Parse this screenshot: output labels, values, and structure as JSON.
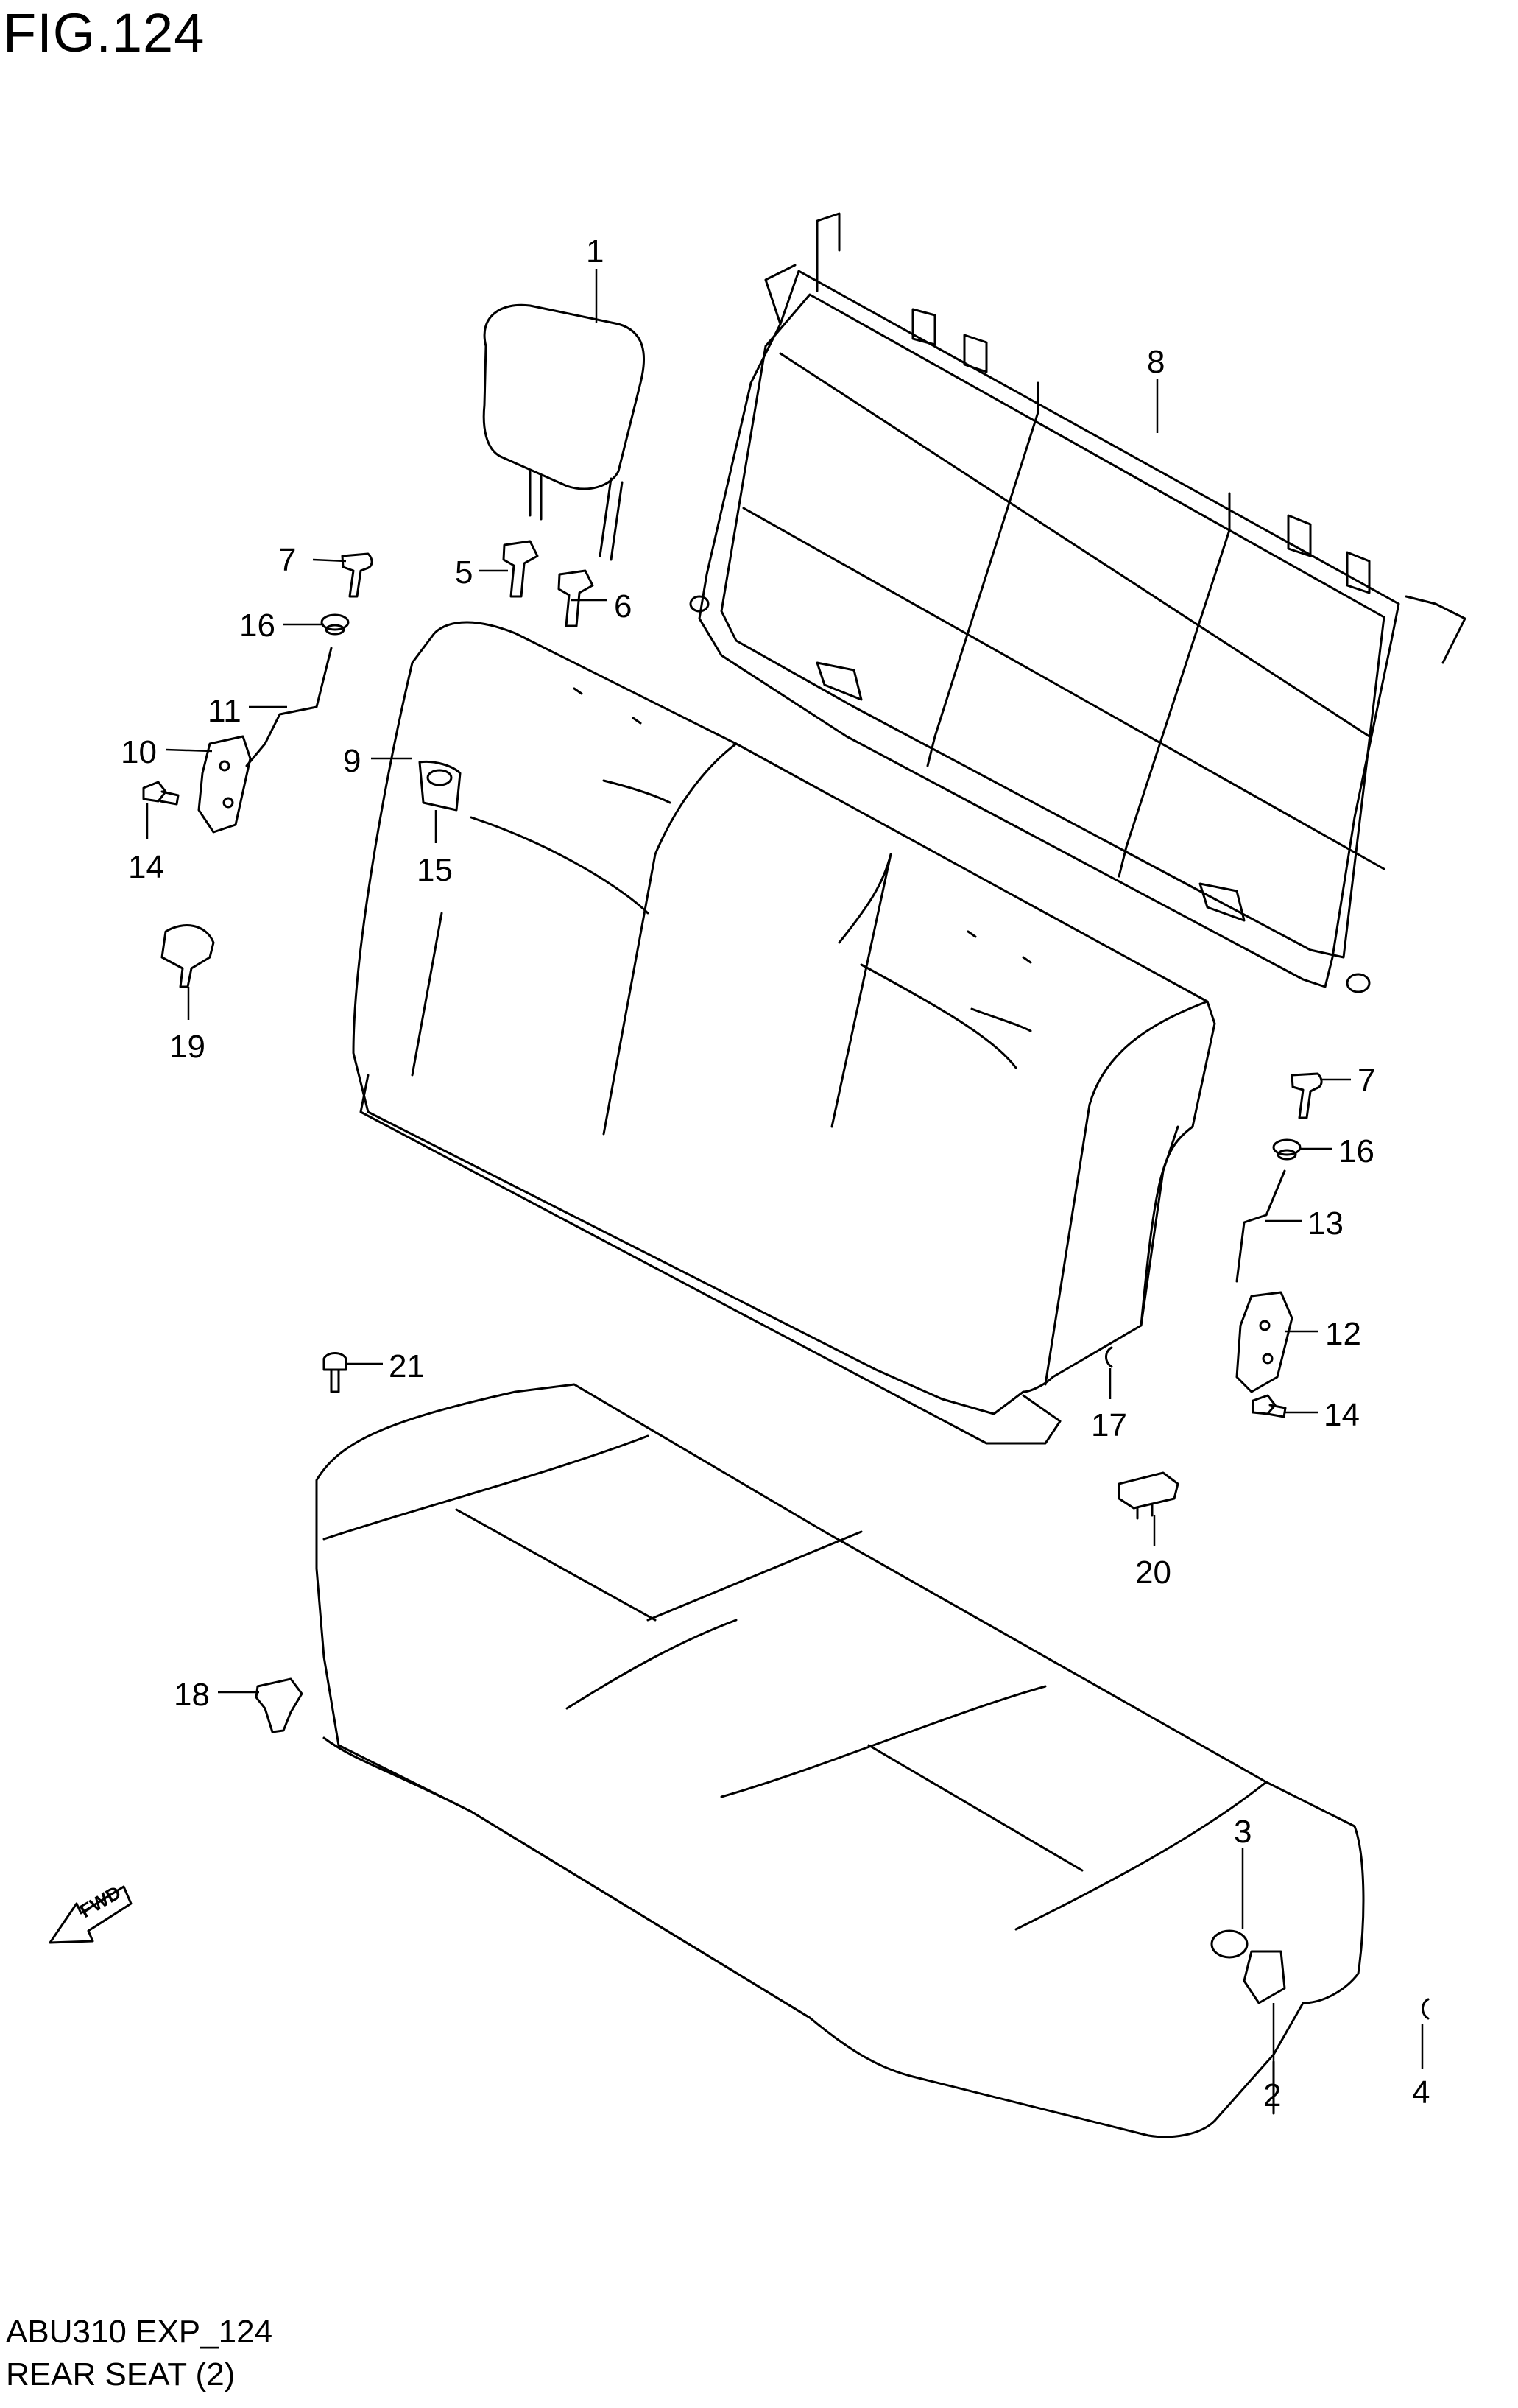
{
  "figure": {
    "title": "FIG.124",
    "model_code": "ABU310 EXP_124",
    "section_name": "REAR SEAT (2)"
  },
  "direction_marker": {
    "label": "FWD",
    "icon": "fwd-arrow-icon"
  },
  "callouts": {
    "c1": "1",
    "c2": "2",
    "c3": "3",
    "c4": "4",
    "c5": "5",
    "c6": "6",
    "c7a": "7",
    "c7b": "7",
    "c8": "8",
    "c9": "9",
    "c10": "10",
    "c11": "11",
    "c12": "12",
    "c13": "13",
    "c14a": "14",
    "c14b": "14",
    "c15": "15",
    "c16a": "16",
    "c16b": "16",
    "c17": "17",
    "c18": "18",
    "c19": "19",
    "c20": "20",
    "c21": "21"
  }
}
